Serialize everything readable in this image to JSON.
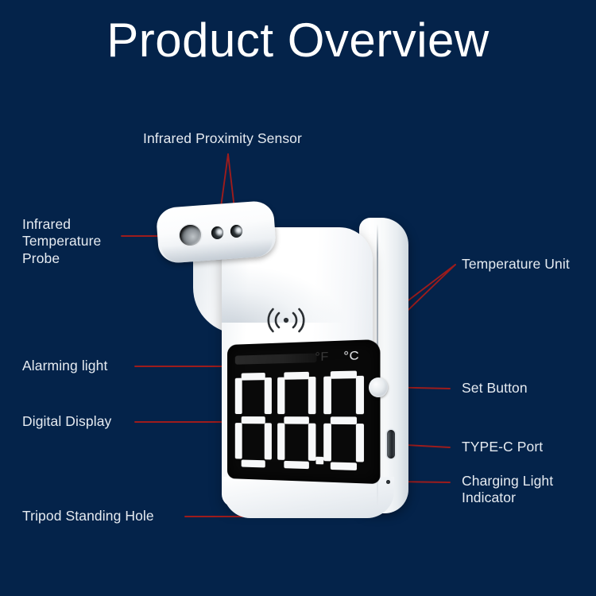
{
  "page": {
    "title": "Product Overview",
    "background_color": "#04234a",
    "title_color": "#ffffff",
    "label_color": "#e6ebf1",
    "leader_line_color": "#9e1c1c"
  },
  "callouts": {
    "infrared_proximity_sensor": "Infrared Proximity Sensor",
    "infrared_temperature_probe": "Infrared\nTemperature\nProbe",
    "alarming_light": "Alarming light",
    "digital_display": "Digital Display",
    "tripod_standing_hole": "Tripod Standing Hole",
    "temperature_unit": "Temperature Unit",
    "set_button": "Set Button",
    "type_c_port": "TYPE-C Port",
    "charging_light_indicator": "Charging Light\nIndicator"
  },
  "device": {
    "display": {
      "unit_fahrenheit": "°F",
      "unit_celsius": "°C",
      "active_unit": "°C",
      "digits": "888",
      "decimal_point": true,
      "screen_color": "#090909",
      "segment_color": "#f7f8f9"
    },
    "icons": {
      "wireless_sensor": "wireless-emission-icon"
    },
    "body_color": "#ffffff"
  }
}
